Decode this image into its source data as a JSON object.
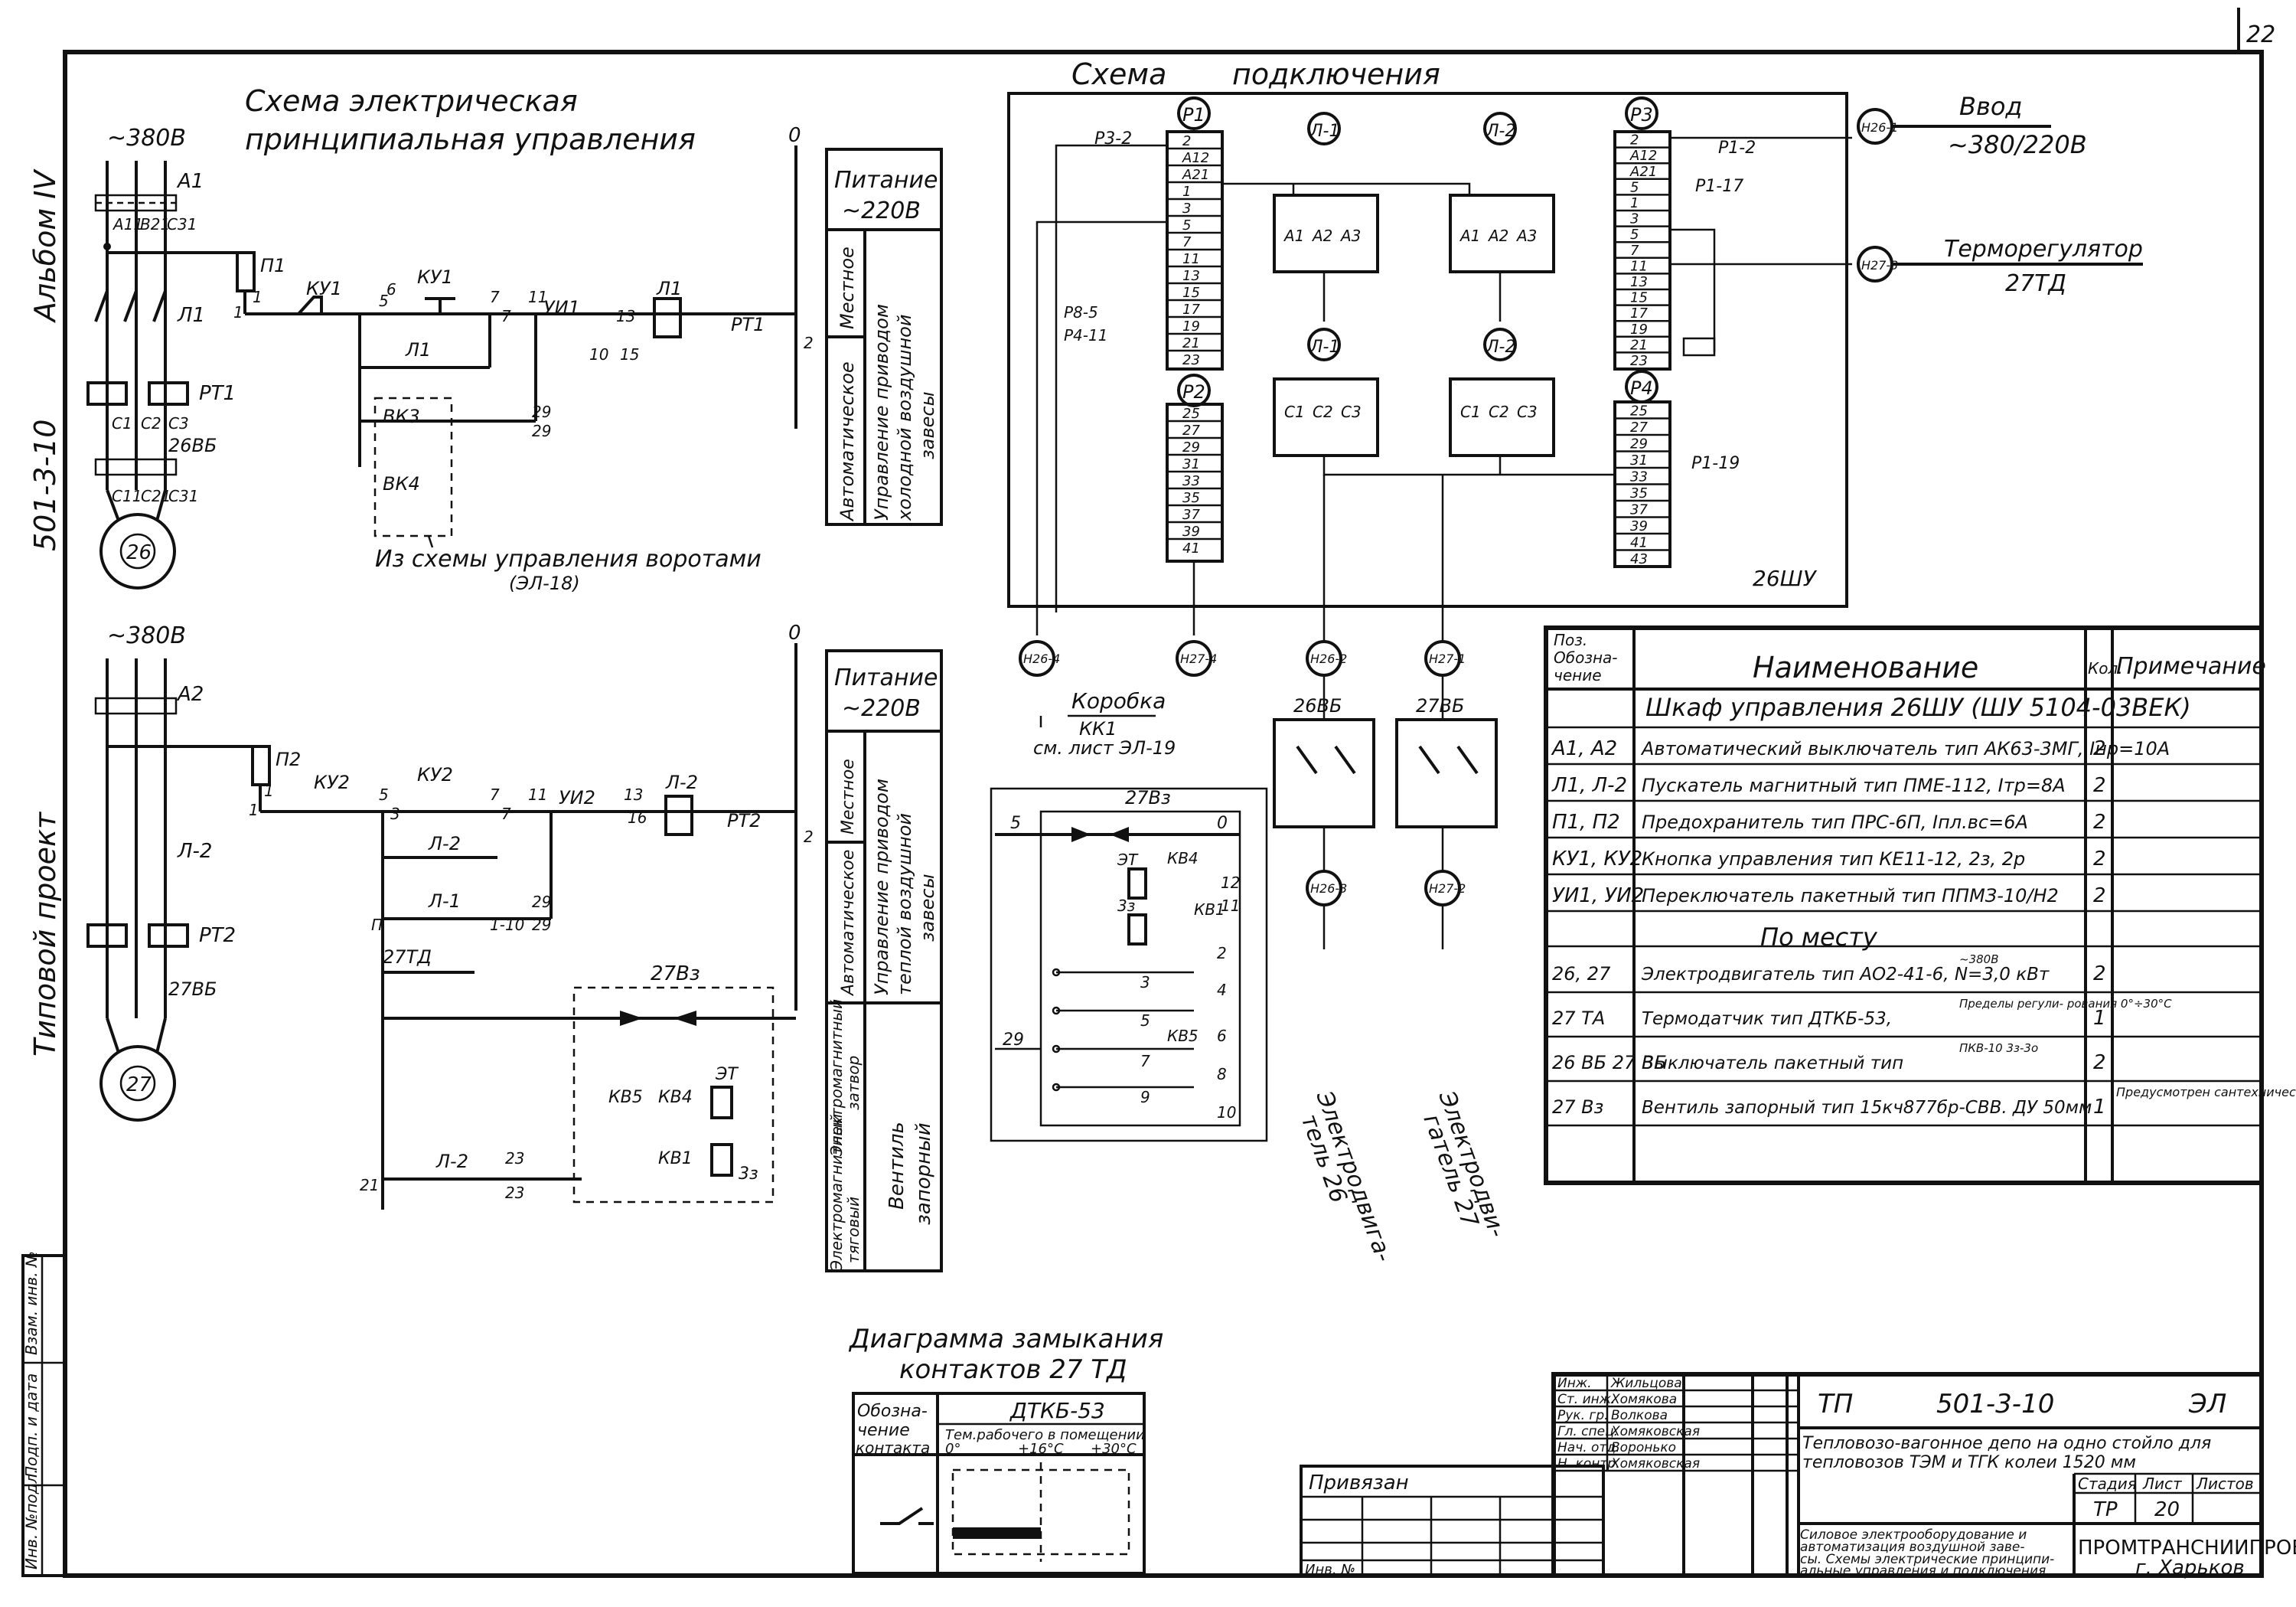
{
  "sheet_no": "22",
  "side": {
    "album": "Альбом IV",
    "code": "501-3-10",
    "project": "Типовой проект"
  },
  "left_strip": [
    "Инв. №подл.",
    "Подп. и дата",
    "Взам. инв. №"
  ],
  "schematic": {
    "title1": "Схема электрическая",
    "title2": "принципиальная управления",
    "supply": "~380В",
    "supply2": "~380В",
    "motor1": "26",
    "motor2": "27",
    "A1": "A1",
    "A2": "A2",
    "L1": "Л1",
    "L2": "Л2",
    "RT1": "РТ1",
    "RT2": "РТ2",
    "P1": "П1",
    "P2": "П2",
    "KU1": "КУ1",
    "KU2": "КУ2",
    "UI1": "УИ1",
    "UI2": "УИ2",
    "VK3": "ВК3",
    "VK4": "ВК4",
    "VB26": "26ВБ",
    "VB27": "27ВБ",
    "TD27": "27ТД",
    "VZ27": "27Вз",
    "KV5": "КВ5",
    "KV4": "КВ4",
    "KV1": "КВ1",
    "ET": "ЭТ",
    "ZV": "3з",
    "L2c": "Л-2",
    "L1c": "Л-1",
    "from_gate": "Из схемы управления воротами",
    "from_gate_ref": "(ЭЛ-18)",
    "bus0": "0",
    "w_a11": "А11",
    "w_b21": "В21",
    "w_c31": "С31",
    "w_c1": "С1",
    "w_c2": "С2",
    "w_c3": "С3",
    "w_c11": "С11",
    "w_c21": "С21",
    "w_c31b": "С31",
    "nodes": [
      "1",
      "1",
      "5",
      "6",
      "7",
      "7",
      "11",
      "10",
      "13",
      "15",
      "2",
      "29",
      "29",
      "1",
      "1",
      "5",
      "3",
      "7",
      "7",
      "11",
      "13",
      "16",
      "2",
      "П",
      "1-10",
      "29",
      "29",
      "21",
      "23",
      "23"
    ]
  },
  "function_table_1": {
    "header1": "Питание",
    "header2": "~220В",
    "col1": "Автоматическое",
    "col2": "Местное",
    "body": [
      "Управление приводом",
      "холодной воздушной",
      "завесы"
    ]
  },
  "function_table_2": {
    "header1": "Питание",
    "header2": "~220В",
    "col1": "Автоматическое",
    "col2": "Местное",
    "body": [
      "Управление приводом",
      "теплой воздушной",
      "завесы"
    ],
    "col3": "Электромагнитный",
    "col3b": "затвор",
    "body2": [
      "Вентиль",
      "запорный"
    ],
    "col4": "Электромагнитный",
    "col4b": "тяговый"
  },
  "connection": {
    "title1": "Схема",
    "title2": "подключения",
    "cabinet": "26ШУ",
    "P1": "Р1",
    "P2": "Р2",
    "P3": "Р3",
    "P4": "Р4",
    "L1": "Л-1",
    "L2": "Л-2",
    "p1_rows": [
      "2",
      "А12",
      "А21",
      "1",
      "3",
      "5",
      "7",
      "11",
      "13",
      "15",
      "17",
      "19",
      "21",
      "23"
    ],
    "p2_rows": [
      "25",
      "27",
      "29",
      "31",
      "33",
      "35",
      "37",
      "39",
      "41"
    ],
    "p3_rows": [
      "2",
      "А12",
      "А21",
      "5",
      "1",
      "3",
      "5",
      "7",
      "11",
      "13",
      "15",
      "17",
      "19",
      "21",
      "23"
    ],
    "p4_rows": [
      "25",
      "27",
      "29",
      "31",
      "33",
      "35",
      "37",
      "39",
      "41",
      "43"
    ],
    "a_labels": [
      "А1",
      "А2",
      "А3",
      "А1",
      "А2",
      "А3"
    ],
    "c_labels": [
      "С1",
      "С2",
      "С3",
      "С1",
      "С2",
      "С3"
    ],
    "p32": "Р3-2",
    "pb5": "Р8-5",
    "pb11": "Р4-11",
    "pt2": "Р1-2",
    "pt17": "Р1-17",
    "pt19": "Р1-19",
    "in_label1": "Ввод",
    "in_label2": "~380/220В",
    "therm1": "Терморегулятор",
    "therm2": "27ТД",
    "box1": "Коробка",
    "box2": "КК1",
    "box3": "см. лист ЭЛ-19",
    "circles": [
      "Н26-1",
      "Н27-3",
      "Н26-4",
      "Н27-4",
      "Н26-2",
      "Н27-1",
      "Н26-3",
      "Н27-2"
    ],
    "vb26": "26ВБ",
    "vb27": "27ВБ",
    "motor26": [
      "Электродвига-",
      "тель 26"
    ],
    "motor27": [
      "Электродви-",
      "гатель 27"
    ],
    "vz_box": "27Вз",
    "kv4": "КВ4",
    "kv1": "КВ1",
    "kv5": "КВ5",
    "et": "ЭТ",
    "zz": "3з",
    "vz_nums": [
      "5",
      "0",
      "12",
      "11",
      "2",
      "3",
      "4",
      "5",
      "6",
      "7",
      "8",
      "9",
      "10",
      "29"
    ]
  },
  "spec": {
    "h_pos": [
      "Поз.",
      "Обозна-",
      "чение"
    ],
    "h_name": "Наименование",
    "h_qty": "Кол.",
    "h_note": "Примечание",
    "group1": "Шкаф управления 26ШУ (ШУ 5104-03ВЕК)",
    "rows": [
      {
        "pos": "А1, А2",
        "name": "Автоматический выключатель тип АК63-3МГ, Iнр=10А",
        "qty": "2",
        "note": ""
      },
      {
        "pos": "Л1, Л-2",
        "name": "Пускатель магнитный тип ПМЕ-112, Iтр=8А",
        "qty": "2",
        "note": ""
      },
      {
        "pos": "П1, П2",
        "name": "Предохранитель тип ПРС-6П, Iпл.вс=6А",
        "qty": "2",
        "note": ""
      },
      {
        "pos": "КУ1, КУ2",
        "name": "Кнопка управления тип КЕ11-12, 2з, 2р",
        "qty": "2",
        "note": ""
      },
      {
        "pos": "УИ1, УИ2",
        "name": "Переключатель пакетный тип ППМЗ-10/Н2",
        "qty": "2",
        "note": ""
      }
    ],
    "group2": "По месту",
    "rows2": [
      {
        "pos": "26, 27",
        "name": "Электродвигатель тип АО2-41-6, N=3,0 кВт",
        "sup": "~380В",
        "qty": "2",
        "note": ""
      },
      {
        "pos": "27 ТА",
        "name": "Термодатчик тип ДТКБ-53,",
        "sup": "Пределы регули- рования 0°÷30°С",
        "qty": "1",
        "note": ""
      },
      {
        "pos": "26 ВБ 27 ВБ",
        "name": "Выключатель пакетный тип",
        "sup": "ПКВ-10 3з-3о",
        "qty": "2",
        "note": ""
      },
      {
        "pos": "27 Вз",
        "name": "Вентиль запорный тип 15кч877бр-СВВ. ДУ 50мм",
        "qty": "1",
        "note": "Предусмотрен сантехнической частью проекта"
      }
    ]
  },
  "diagram": {
    "title1": "Диаграмма замыкания",
    "title2": "контактов 27 ТД",
    "h1": [
      "Обозна-",
      "чение",
      "контакта"
    ],
    "h2": "ДТКБ-53",
    "h3": "Тем.рабочего в помещении",
    "t0": "0°",
    "t16": "+16°С",
    "t30": "+30°С"
  },
  "stamp": {
    "roles": [
      "Инж.",
      "Ст. инж.",
      "Рук. гр.",
      "Гл. спец.",
      "Нач. отд.",
      "Н. контр."
    ],
    "names": [
      "Жильцова",
      "Хомякова",
      "Волкова",
      "Хомяковская",
      "Воронько",
      "Хомяковская"
    ],
    "tp": "ТП",
    "code": "501-3-10",
    "el": "ЭЛ",
    "desc1": "Тепловозо-вагонное депо на одно стойло для",
    "desc2": "тепловозов ТЭМ и ТГК колеи 1520 мм",
    "stage_h": "Стадия",
    "sheet_h": "Лист",
    "sheets_h": "Листов",
    "stage": "ТР",
    "sheet": "20",
    "desc3": [
      "Силовое электрооборудование и",
      "автоматизация воздушной заве-",
      "сы. Схемы электрические принципи-",
      "альные управления и подключения"
    ],
    "org": "ПРОМТРАНСНИИПРОЕКТ",
    "city": "г. Харьков",
    "privyazan": "Привязан",
    "inv": "Инв. №"
  }
}
